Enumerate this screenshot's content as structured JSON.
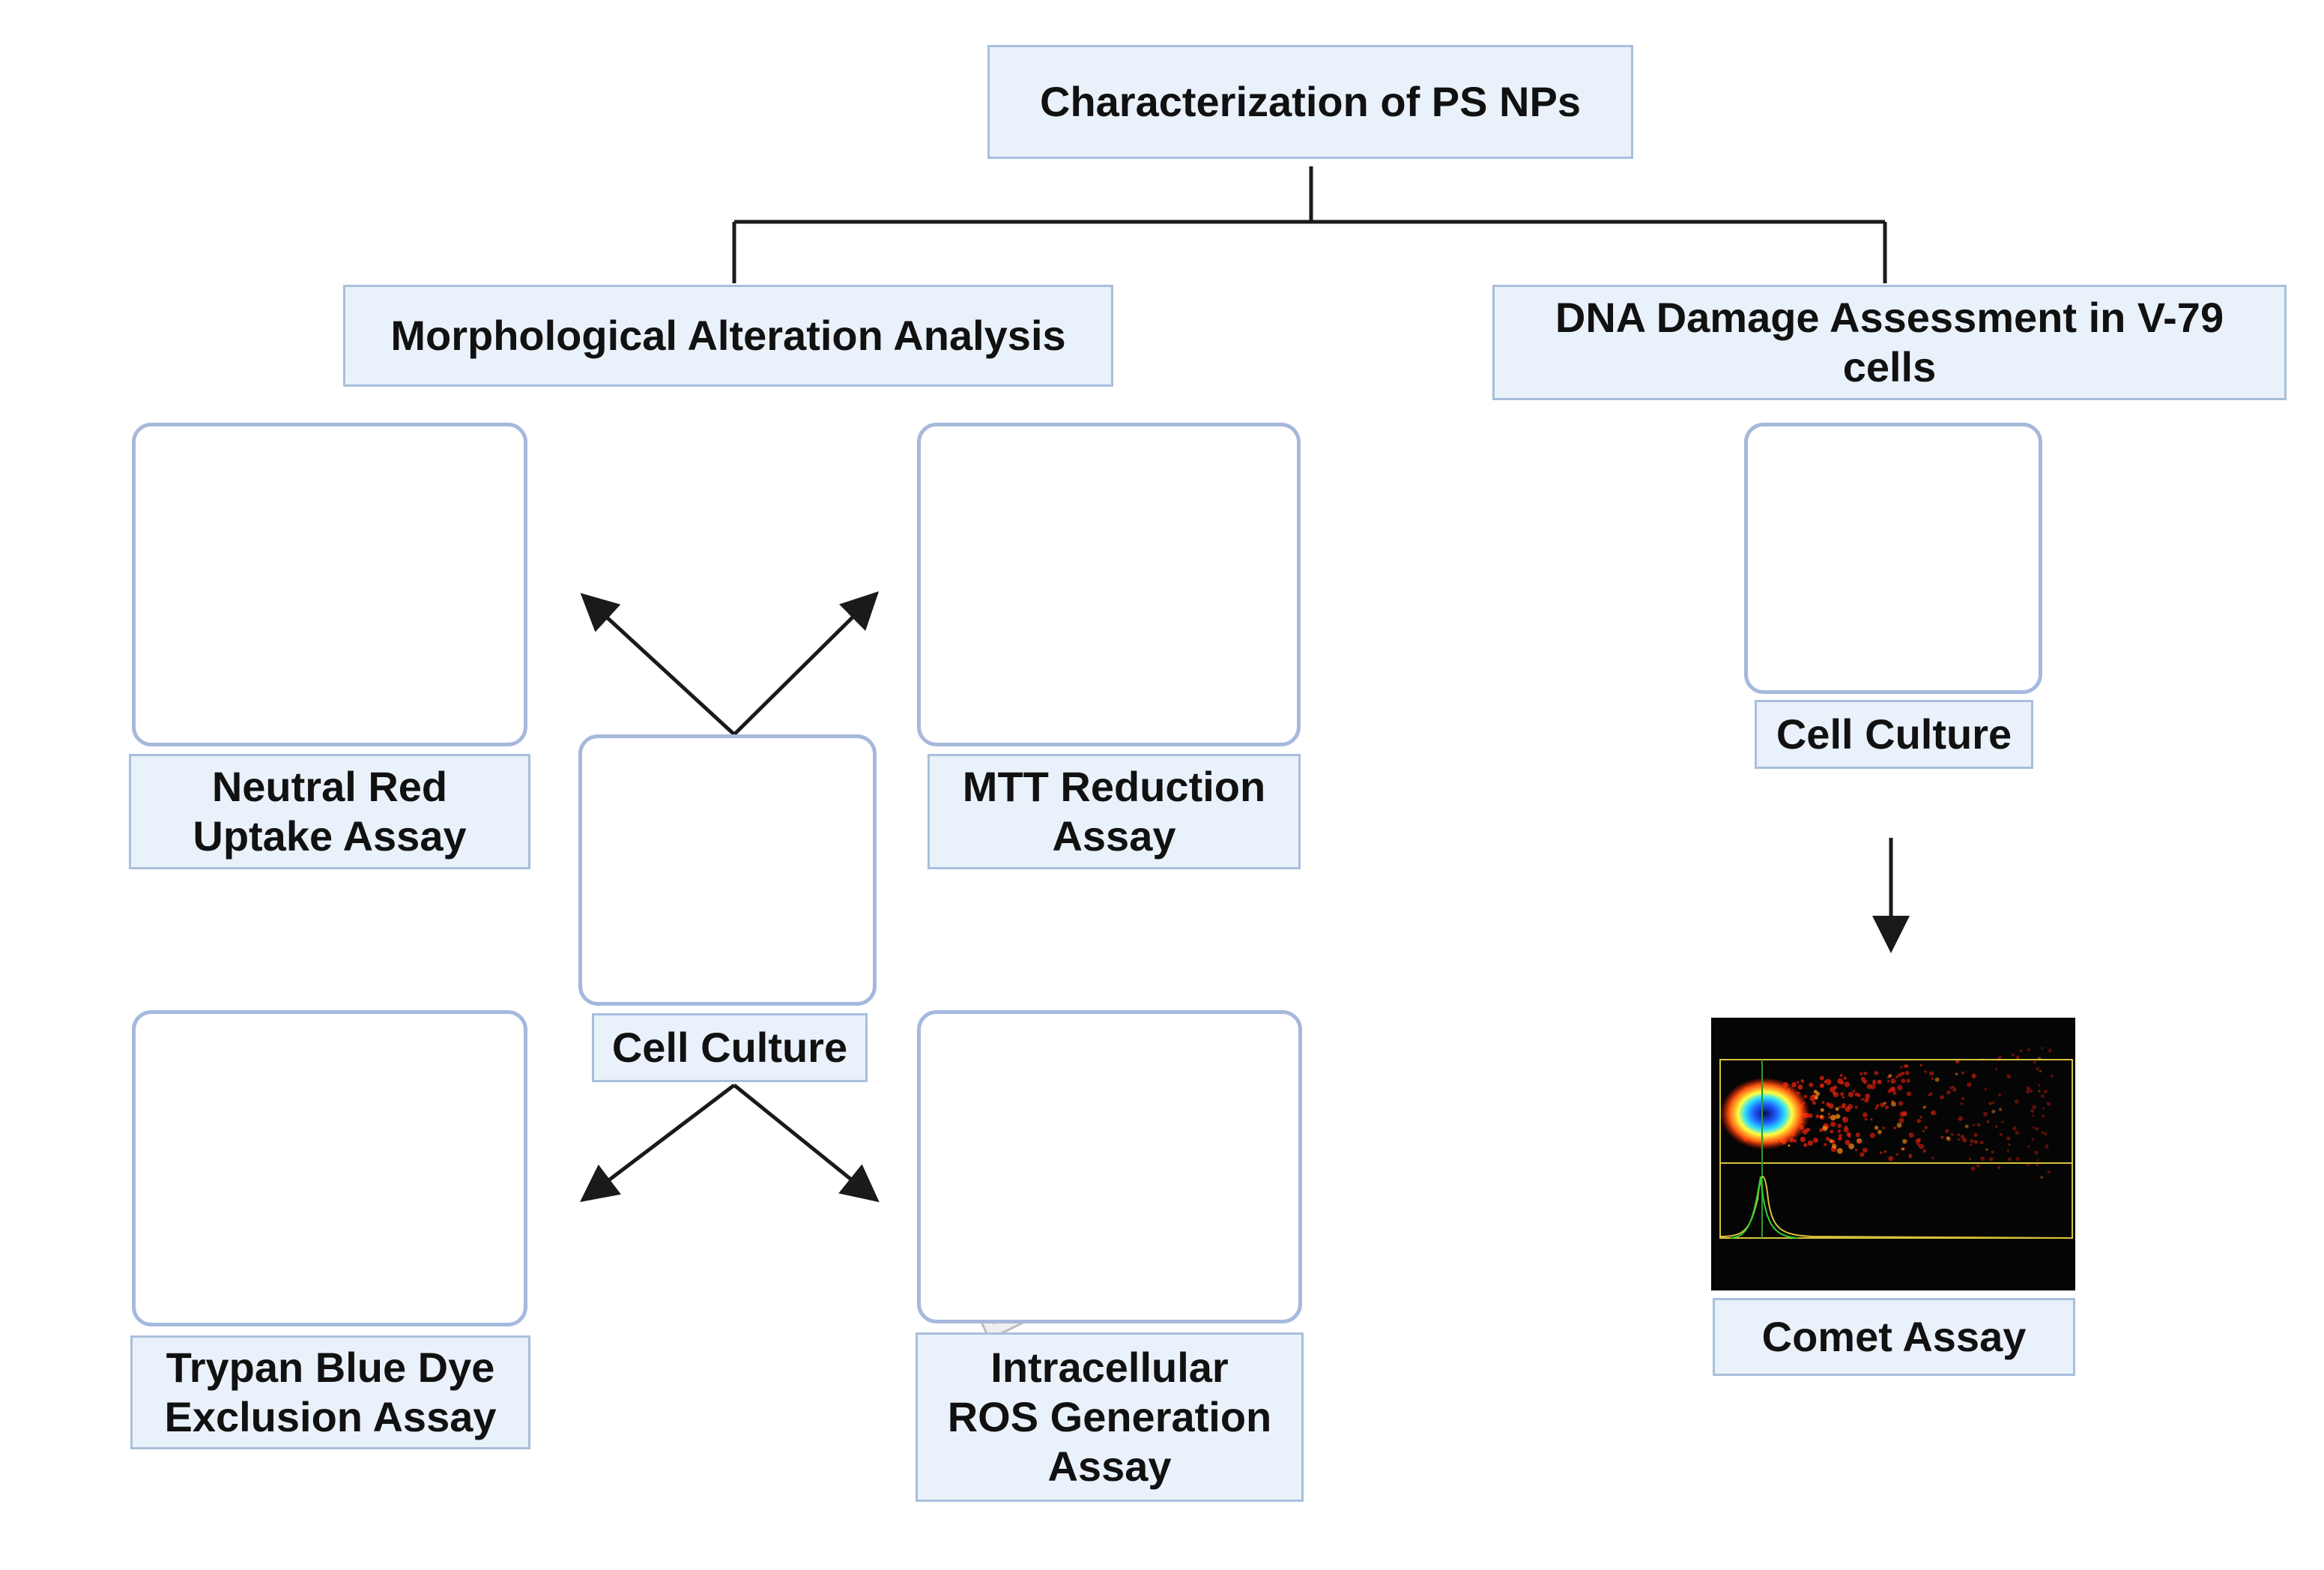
{
  "title": "Characterization of PS NPs",
  "branches": {
    "left": {
      "title": "Morphological Alteration Analysis",
      "center": {
        "label": "Cell Culture",
        "icon": "multichannel-pipette-icon"
      },
      "assays": [
        {
          "line1": "Neutral Red",
          "line2": "Uptake Assay",
          "icon": "neutral-red-cell-icon"
        },
        {
          "line1": "MTT Reduction",
          "line2": "Assay",
          "icon": "microplate-color-change-icon"
        },
        {
          "line1": "Trypan Blue Dye",
          "line2": "Exclusion Assay",
          "icon": "stained-cells-icon"
        },
        {
          "line1": "Intracellular",
          "line2": "ROS Generation",
          "line3": "Assay",
          "icon": "fluorescent-cells-icon"
        }
      ]
    },
    "right": {
      "title_line1": "DNA Damage Assessment in V-79",
      "title_line2": "cells",
      "step1": {
        "label": "Cell Culture",
        "icon": "multichannel-pipette-icon"
      },
      "step2": {
        "label": "Comet Assay",
        "icon": "comet-image-icon"
      }
    }
  },
  "colors": {
    "label_fill": "#e9f1fa",
    "label_border": "#a9bfdc",
    "image_border": "#a6b8dc",
    "connector": "#1a1a1a",
    "neutral_red": "#c0353f",
    "mtt_yellow": "#f0c96a",
    "mtt_purple": "#b58ad6",
    "trypan_blue": "#5b86c8",
    "ros_green": "#3ad43a"
  }
}
